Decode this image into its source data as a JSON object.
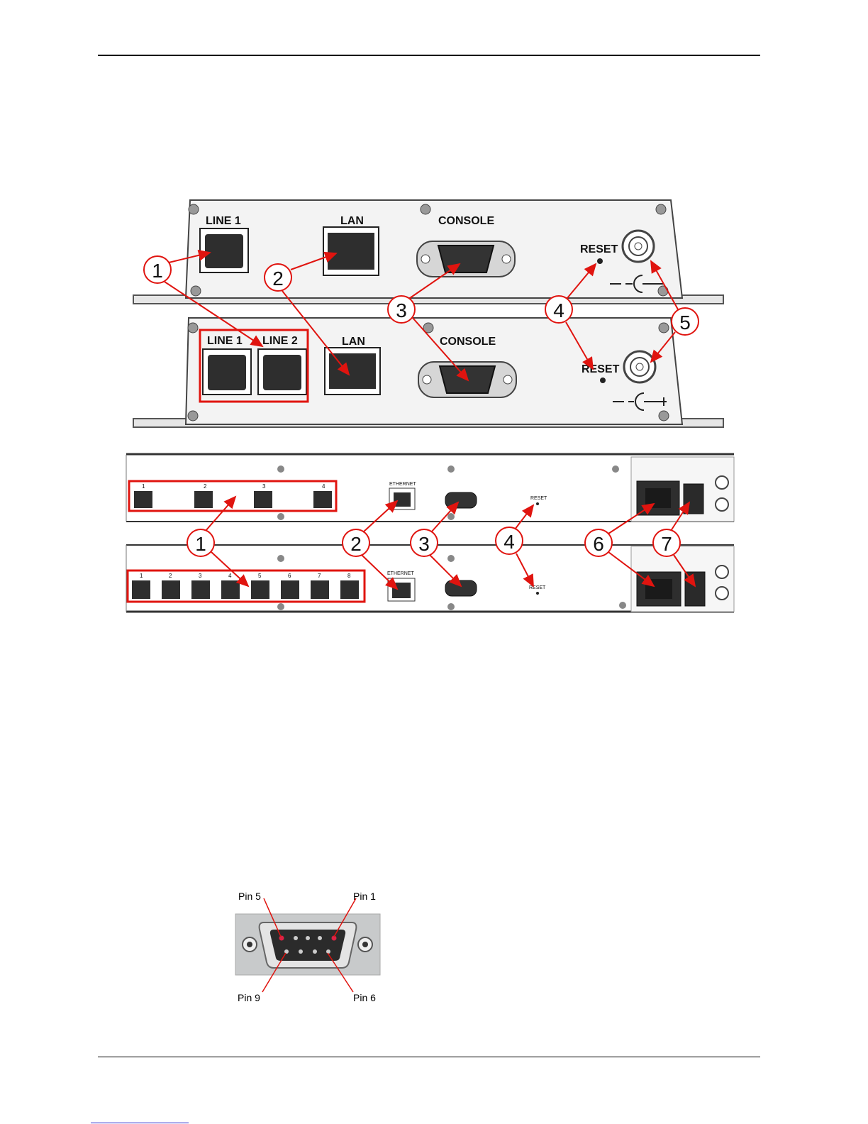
{
  "figure_units": {
    "top_unit": {
      "line1": "LINE 1",
      "lan": "LAN",
      "console": "CONSOLE",
      "reset": "RESET"
    },
    "bottom_unit": {
      "line1": "LINE 1",
      "line2": "LINE 2",
      "lan": "LAN",
      "console": "CONSOLE",
      "reset": "RESET"
    },
    "rack_top": {
      "port_labels": [
        "1",
        "2",
        "3",
        "4"
      ],
      "ethernet": "ETHERNET",
      "reset": "RESET"
    },
    "rack_bottom": {
      "port_labels": [
        "1",
        "2",
        "3",
        "4",
        "5",
        "6",
        "7",
        "8"
      ],
      "ethernet": "ETHERNET",
      "reset": "RESET"
    },
    "callouts_upper": [
      "1",
      "2",
      "3",
      "4",
      "5"
    ],
    "callouts_lower": [
      "1",
      "2",
      "3",
      "4",
      "6",
      "7"
    ]
  },
  "connector": {
    "pin5": "Pin 5",
    "pin1": "Pin 1",
    "pin9": "Pin 9",
    "pin6": "Pin 6"
  },
  "colors": {
    "callout": "#e0140f",
    "panel": "#f2f2f2",
    "port": "#2e2e2e"
  }
}
